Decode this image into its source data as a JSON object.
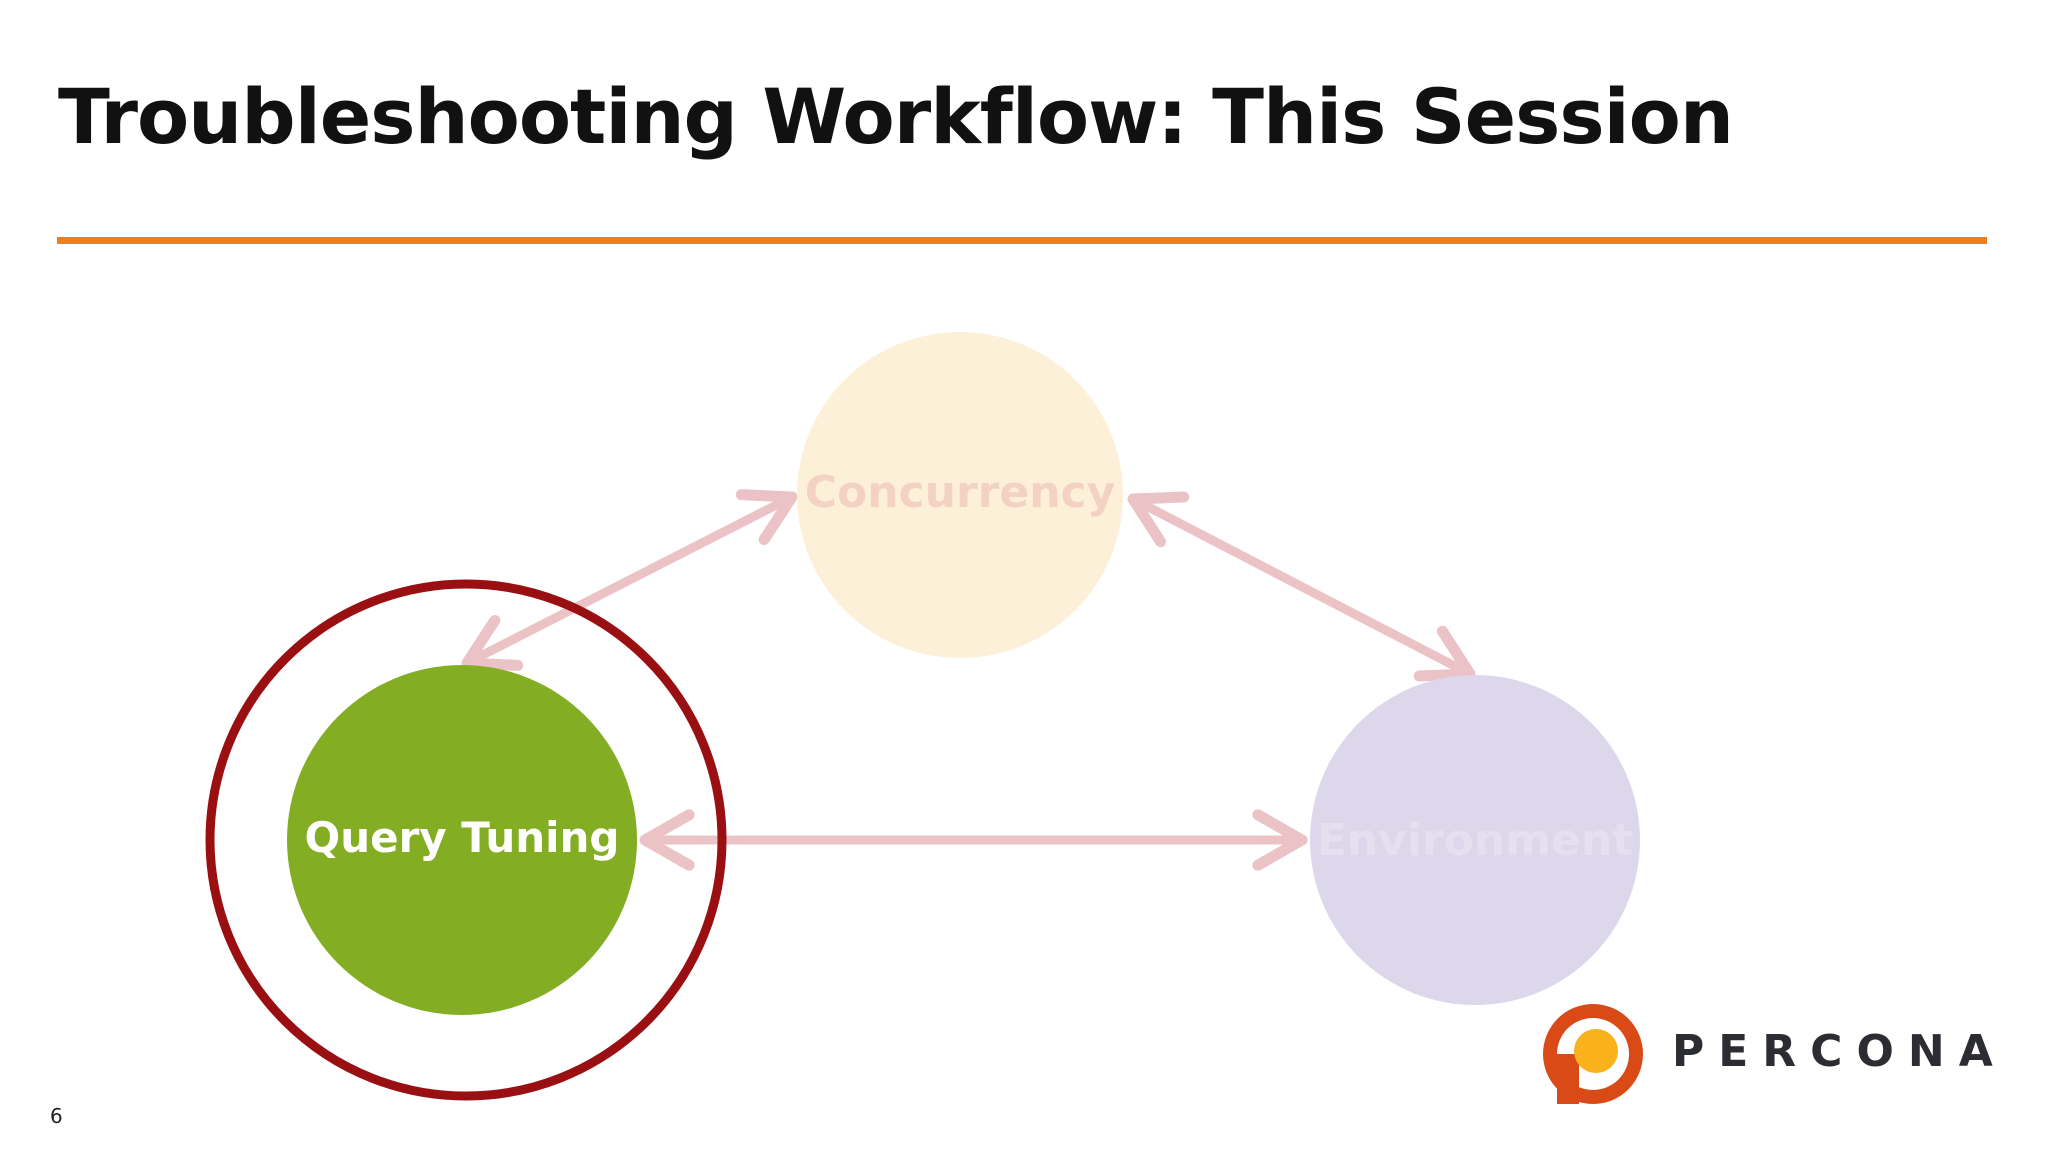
{
  "slide": {
    "title": "Troubleshooting Workflow: This Session",
    "page_number": "6"
  },
  "diagram": {
    "nodes": [
      {
        "id": "concurrency",
        "label": "Concurrency",
        "fill": "#fdf0d8",
        "text_color": "#f3d2c4",
        "highlighted": false
      },
      {
        "id": "query-tuning",
        "label": "Query Tuning",
        "fill": "#83ad23",
        "text_color": "#ffffff",
        "highlighted": true
      },
      {
        "id": "environment",
        "label": "Environment",
        "fill": "#dcd7ea",
        "text_color": "#e4e0ef",
        "highlighted": false
      }
    ],
    "edges": [
      {
        "from": "query-tuning",
        "to": "concurrency",
        "bidirectional": true
      },
      {
        "from": "concurrency",
        "to": "environment",
        "bidirectional": true
      },
      {
        "from": "query-tuning",
        "to": "environment",
        "bidirectional": true
      }
    ],
    "arrow_color": "#ebc3c6",
    "highlight_ring_color": "#9a1012"
  },
  "branding": {
    "logo_text": "PERCONA",
    "logo_outer_color": "#d94a16",
    "logo_inner_color": "#f9b11c"
  },
  "theme": {
    "accent_color": "#f07f1b"
  }
}
